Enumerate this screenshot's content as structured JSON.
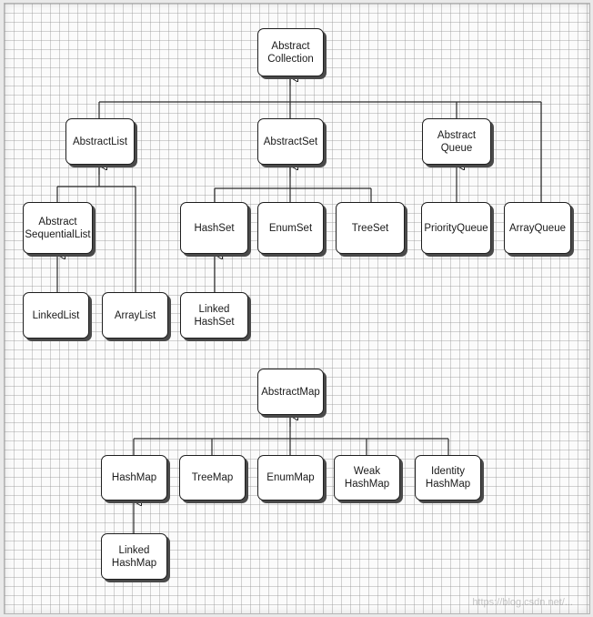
{
  "diagram": {
    "nodes": {
      "abstract_collection": "Abstract\nCollection",
      "abstract_list": "AbstractList",
      "abstract_set": "AbstractSet",
      "abstract_queue": "Abstract\nQueue",
      "abstract_sequential_list": "Abstract\nSequentialList",
      "hash_set": "HashSet",
      "enum_set": "EnumSet",
      "tree_set": "TreeSet",
      "priority_queue": "PriorityQueue",
      "array_queue": "ArrayQueue",
      "linked_list": "LinkedList",
      "array_list": "ArrayList",
      "linked_hash_set": "Linked\nHashSet",
      "abstract_map": "AbstractMap",
      "hash_map": "HashMap",
      "tree_map": "TreeMap",
      "enum_map": "EnumMap",
      "weak_hash_map": "Weak\nHashMap",
      "identity_hash_map": "Identity\nHashMap",
      "linked_hash_map": "Linked\nHashMap"
    },
    "edges": [
      [
        "abstract_list",
        "abstract_collection"
      ],
      [
        "abstract_set",
        "abstract_collection"
      ],
      [
        "abstract_queue",
        "abstract_collection"
      ],
      [
        "array_queue",
        "abstract_collection"
      ],
      [
        "abstract_sequential_list",
        "abstract_list"
      ],
      [
        "array_list",
        "abstract_list"
      ],
      [
        "linked_list",
        "abstract_sequential_list"
      ],
      [
        "hash_set",
        "abstract_set"
      ],
      [
        "enum_set",
        "abstract_set"
      ],
      [
        "tree_set",
        "abstract_set"
      ],
      [
        "priority_queue",
        "abstract_queue"
      ],
      [
        "linked_hash_set",
        "hash_set"
      ],
      [
        "hash_map",
        "abstract_map"
      ],
      [
        "tree_map",
        "abstract_map"
      ],
      [
        "enum_map",
        "abstract_map"
      ],
      [
        "weak_hash_map",
        "abstract_map"
      ],
      [
        "identity_hash_map",
        "abstract_map"
      ],
      [
        "linked_hash_map",
        "hash_map"
      ]
    ],
    "watermark": "https://blog.csdn.net/..."
  }
}
